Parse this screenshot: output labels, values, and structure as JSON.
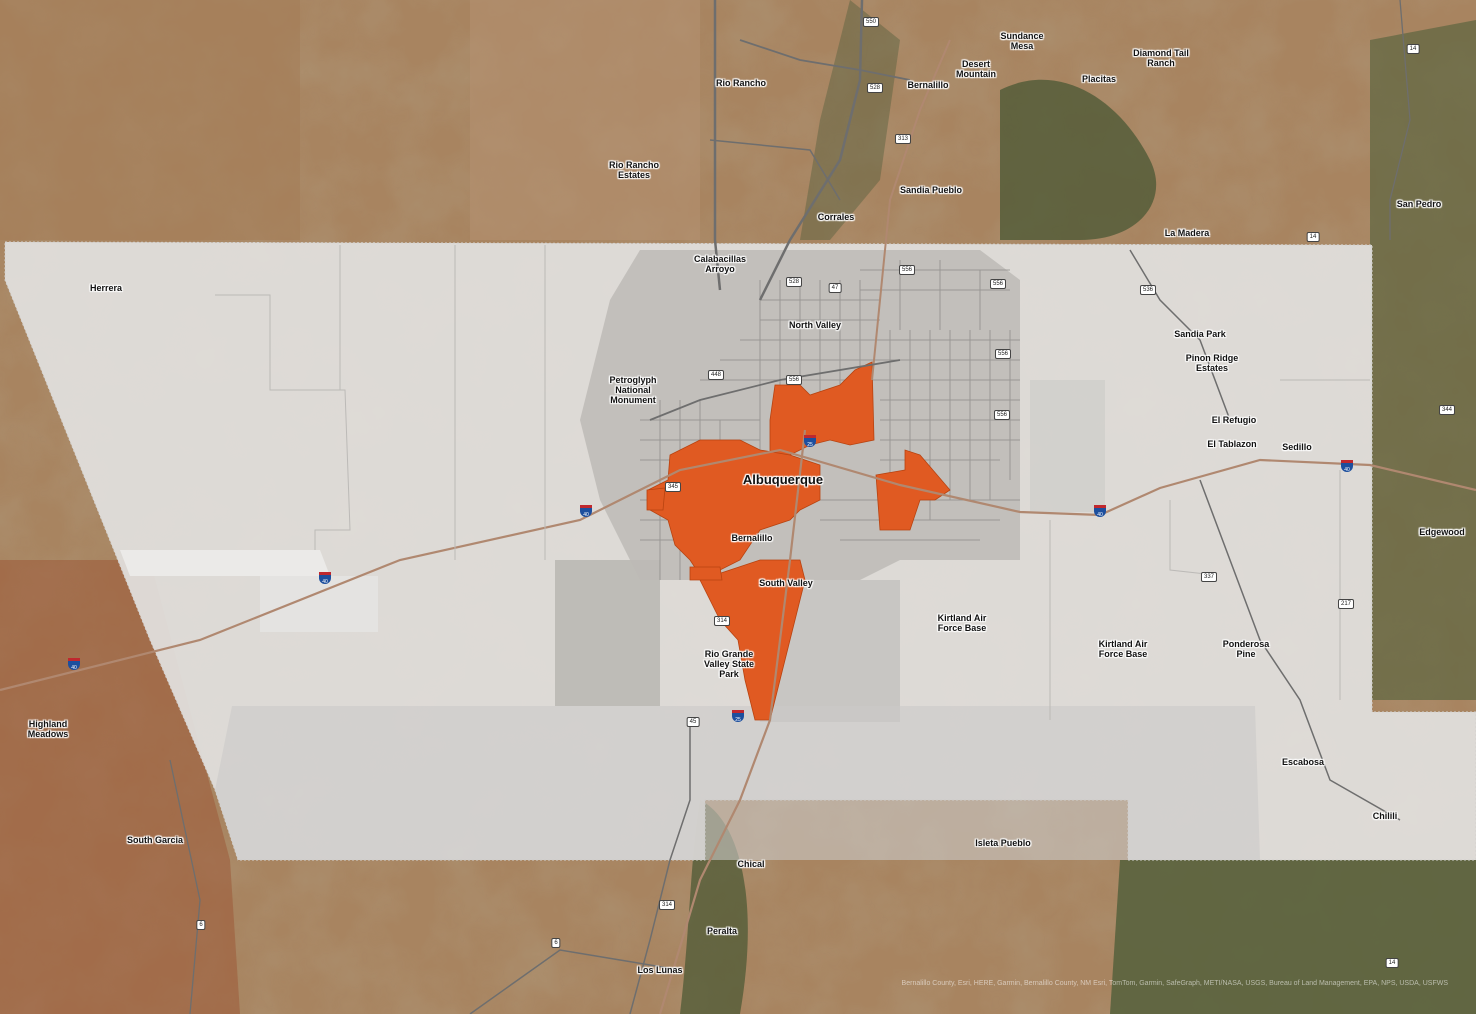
{
  "map": {
    "basemap": "satellite-imagery",
    "overlay_fill": "#e2e1df",
    "highlight_color": "#e05a22",
    "road_color": "#6e6e6e",
    "interstate_color": "#b08870"
  },
  "places": [
    {
      "text": "Rio Rancho",
      "kind": "town"
    },
    {
      "text": "Sundance Mesa",
      "kind": "town"
    },
    {
      "text": "Diamond Tail Ranch",
      "kind": "town"
    },
    {
      "text": "Desert Mountain",
      "kind": "town"
    },
    {
      "text": "Bernalillo",
      "kind": "town"
    },
    {
      "text": "Placitas",
      "kind": "town"
    },
    {
      "text": "Rio Rancho Estates",
      "kind": "town"
    },
    {
      "text": "Sandia Pueblo",
      "kind": "town"
    },
    {
      "text": "Corrales",
      "kind": "town"
    },
    {
      "text": "San Pedro",
      "kind": "town"
    },
    {
      "text": "La Madera",
      "kind": "town"
    },
    {
      "text": "Herrera",
      "kind": "town"
    },
    {
      "text": "Calabacillas Arroyo",
      "kind": "town"
    },
    {
      "text": "North Valley",
      "kind": "town"
    },
    {
      "text": "Sandia Park",
      "kind": "town"
    },
    {
      "text": "Pinon Ridge Estates",
      "kind": "town"
    },
    {
      "text": "Petroglyph National Monument",
      "kind": "town"
    },
    {
      "text": "El Refugio",
      "kind": "town"
    },
    {
      "text": "El Tablazon",
      "kind": "town"
    },
    {
      "text": "Sedillo",
      "kind": "town"
    },
    {
      "text": "Albuquerque",
      "kind": "city"
    },
    {
      "text": "Edgewood",
      "kind": "town"
    },
    {
      "text": "Bernalillo",
      "kind": "town"
    },
    {
      "text": "South Valley",
      "kind": "town"
    },
    {
      "text": "Kirtland Air Force Base",
      "kind": "town"
    },
    {
      "text": "Kirtland Air Force Base",
      "kind": "town"
    },
    {
      "text": "Ponderosa Pine",
      "kind": "town"
    },
    {
      "text": "Rio Grande Valley State Park",
      "kind": "town"
    },
    {
      "text": "Highland Meadows",
      "kind": "town"
    },
    {
      "text": "Escabosa",
      "kind": "town"
    },
    {
      "text": "Chilili",
      "kind": "town"
    },
    {
      "text": "South Garcia",
      "kind": "town"
    },
    {
      "text": "Isleta Pueblo",
      "kind": "town"
    },
    {
      "text": "Chical",
      "kind": "town"
    },
    {
      "text": "Peralta",
      "kind": "town"
    },
    {
      "text": "Los Lunas",
      "kind": "town"
    }
  ],
  "route_shields": [
    {
      "text": "550",
      "type": "state"
    },
    {
      "text": "14",
      "type": "state"
    },
    {
      "text": "528",
      "type": "state"
    },
    {
      "text": "313",
      "type": "state"
    },
    {
      "text": "14",
      "type": "state"
    },
    {
      "text": "556",
      "type": "state"
    },
    {
      "text": "528",
      "type": "state"
    },
    {
      "text": "47",
      "type": "state"
    },
    {
      "text": "556",
      "type": "state"
    },
    {
      "text": "536",
      "type": "state"
    },
    {
      "text": "556",
      "type": "state"
    },
    {
      "text": "448",
      "type": "state"
    },
    {
      "text": "556",
      "type": "state"
    },
    {
      "text": "556",
      "type": "state"
    },
    {
      "text": "344",
      "type": "state"
    },
    {
      "text": "345",
      "type": "state"
    },
    {
      "text": "337",
      "type": "state"
    },
    {
      "text": "217",
      "type": "state"
    },
    {
      "text": "314",
      "type": "state"
    },
    {
      "text": "45",
      "type": "state"
    },
    {
      "text": "314",
      "type": "state"
    },
    {
      "text": "6",
      "type": "state"
    },
    {
      "text": "6",
      "type": "state"
    },
    {
      "text": "14",
      "type": "state"
    },
    {
      "text": "40",
      "type": "interstate"
    },
    {
      "text": "40",
      "type": "interstate"
    },
    {
      "text": "40",
      "type": "interstate"
    },
    {
      "text": "40",
      "type": "interstate"
    },
    {
      "text": "40",
      "type": "interstate"
    },
    {
      "text": "25",
      "type": "interstate"
    },
    {
      "text": "25",
      "type": "interstate"
    }
  ],
  "attribution": "Bernalillo County, Esri, HERE, Garmin, Bernalillo County, NM Esri, TomTom, Garmin, SafeGraph, METI/NASA, USGS, Bureau of Land Management, EPA, NPS, USDA, USFWS"
}
